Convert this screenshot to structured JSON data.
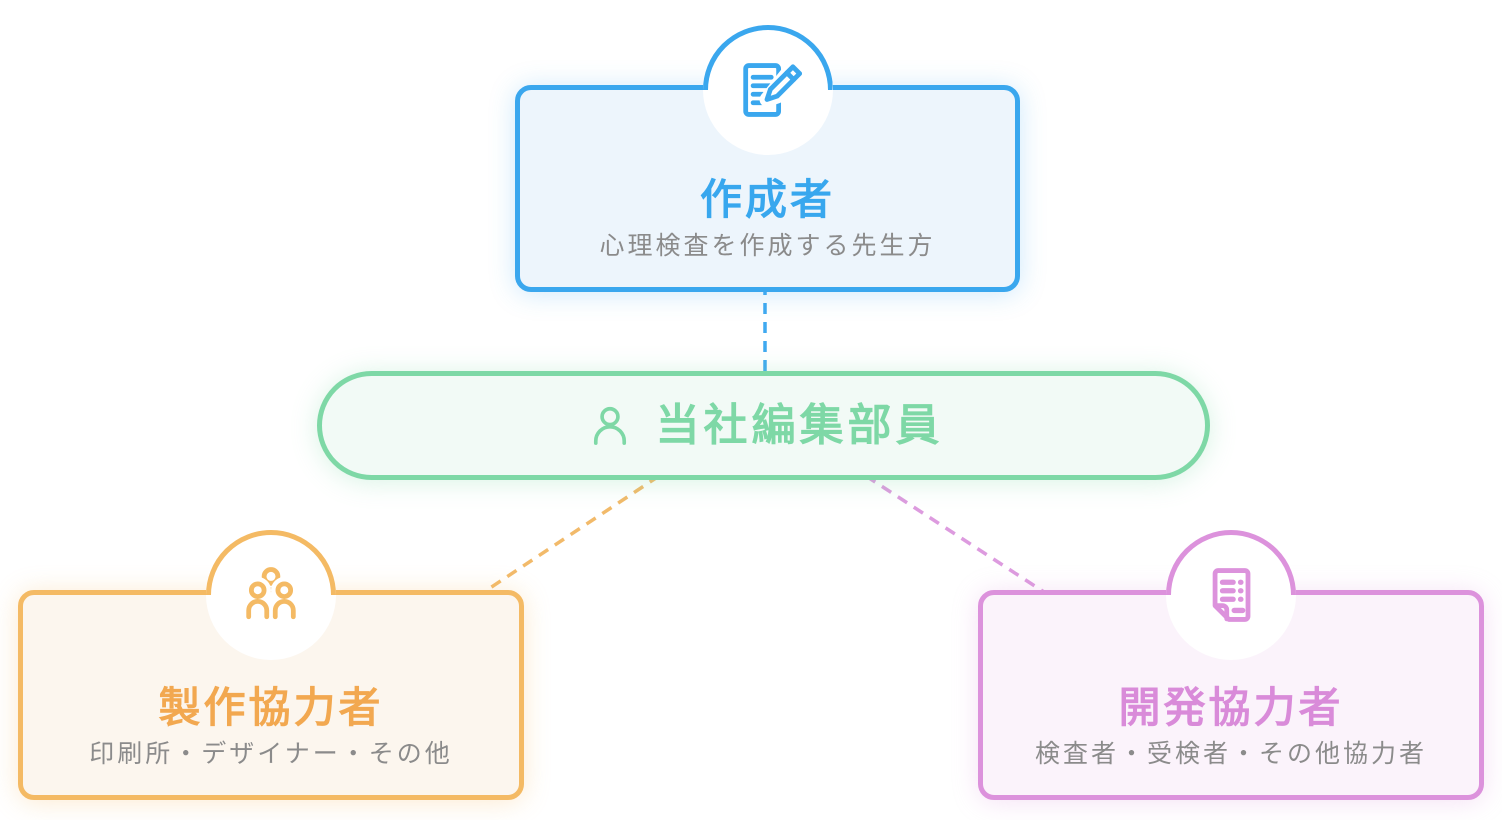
{
  "diagram": {
    "background_color": "#ffffff",
    "subtitle_text_color": "#8B8B8B",
    "nodes": {
      "creator": {
        "title": "作成者",
        "subtitle": "心理検査を作成する先生方",
        "icon": "document-pencil-icon",
        "accent_color": "#3AA7EE",
        "fill_color": "#EDF5FC"
      },
      "editor": {
        "label": "当社編集部員",
        "icon": "person-icon",
        "accent_color": "#7ED8A6",
        "fill_color": "#F2FAF6"
      },
      "production": {
        "title": "製作協力者",
        "subtitle": "印刷所・デザイナー・その他",
        "icon": "people-group-icon",
        "accent_color": "#F4BA64",
        "fill_color": "#FCF6EE"
      },
      "development": {
        "title": "開発協力者",
        "subtitle": "検査者・受検者・その他協力者",
        "icon": "document-list-icon",
        "accent_color": "#DC92DC",
        "fill_color": "#FBF3FB"
      }
    },
    "connectors": [
      {
        "from": "creator",
        "to": "editor",
        "style": "dashed",
        "color": "#3FA9F0"
      },
      {
        "from": "editor",
        "to": "production",
        "style": "dashed",
        "color": "#F2BA6A"
      },
      {
        "from": "editor",
        "to": "development",
        "style": "dashed",
        "color": "#DD9BDF"
      }
    ]
  }
}
